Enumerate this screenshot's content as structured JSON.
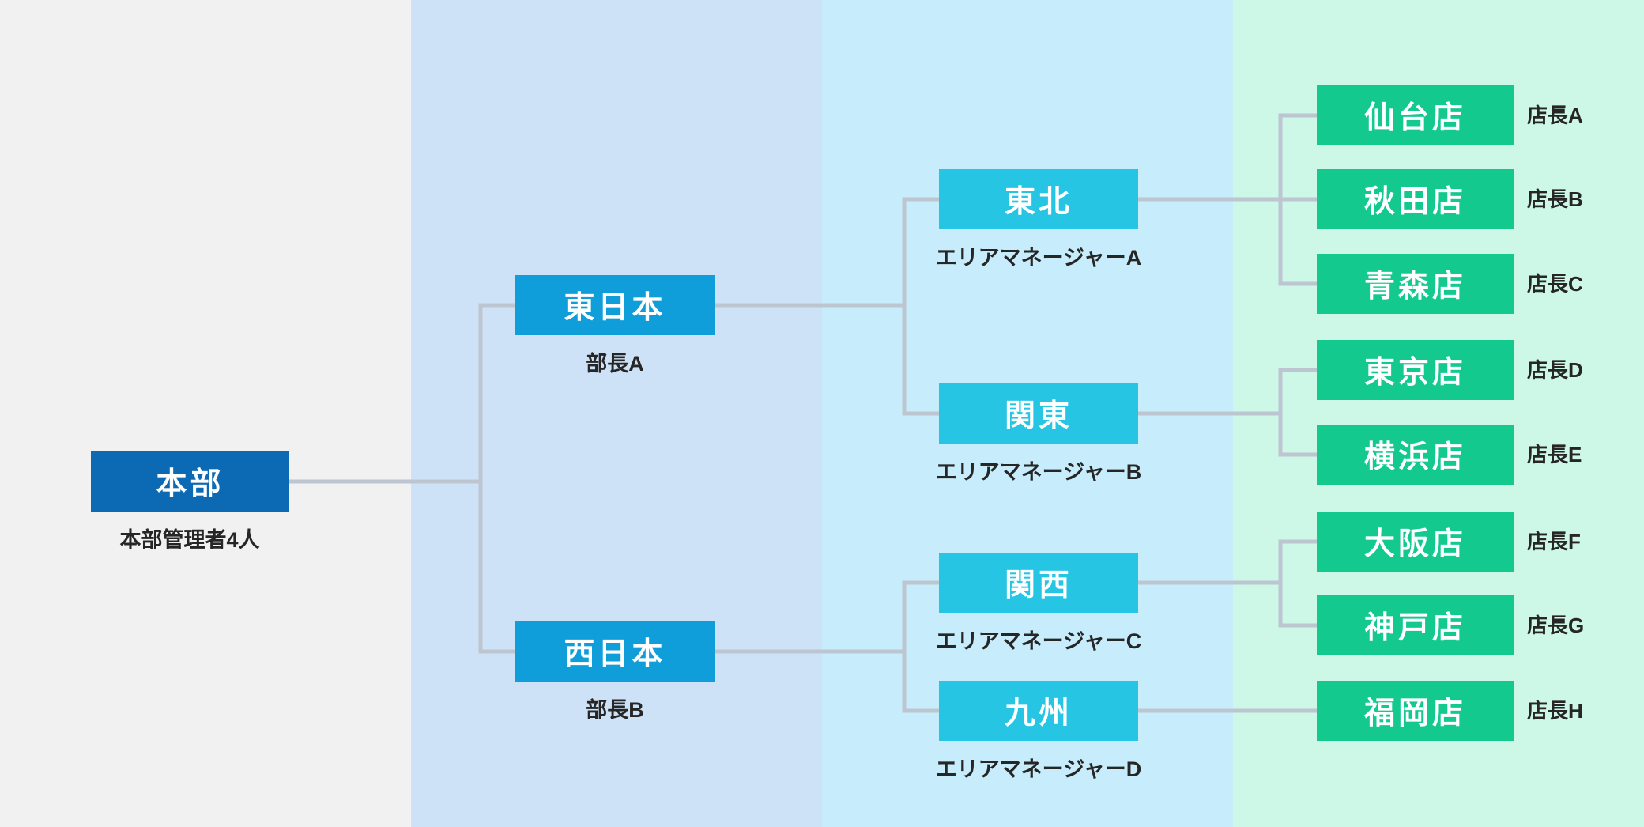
{
  "colors": {
    "bandHq": "#f1f1f2",
    "bandDivision": "#cee2f7",
    "bandArea": "#c7edfc",
    "bandStore": "#cdf8e8",
    "boxHq": "#0c6ab5",
    "boxDivision": "#0f9ed9",
    "boxArea": "#26c5e3",
    "boxStore": "#13c98e",
    "line": "#bdc5d0",
    "textLight": "#ffffff",
    "textDark": "#262626"
  },
  "nodes": {
    "hq": {
      "label": "本部",
      "caption": "本部管理者4人"
    },
    "eastJapan": {
      "label": "東日本",
      "caption": "部長A"
    },
    "westJapan": {
      "label": "西日本",
      "caption": "部長B"
    },
    "tohoku": {
      "label": "東北",
      "caption": "エリアマネージャーA"
    },
    "kanto": {
      "label": "関東",
      "caption": "エリアマネージャーB"
    },
    "kansai": {
      "label": "関西",
      "caption": "エリアマネージャーC"
    },
    "kyushu": {
      "label": "九州",
      "caption": "エリアマネージャーD"
    },
    "sendai": {
      "label": "仙台店",
      "manager": "店長A"
    },
    "akita": {
      "label": "秋田店",
      "manager": "店長B"
    },
    "aomori": {
      "label": "青森店",
      "manager": "店長C"
    },
    "tokyo": {
      "label": "東京店",
      "manager": "店長D"
    },
    "yokohama": {
      "label": "横浜店",
      "manager": "店長E"
    },
    "osaka": {
      "label": "大阪店",
      "manager": "店長F"
    },
    "kobe": {
      "label": "神戸店",
      "manager": "店長G"
    },
    "fukuoka": {
      "label": "福岡店",
      "manager": "店長H"
    }
  }
}
